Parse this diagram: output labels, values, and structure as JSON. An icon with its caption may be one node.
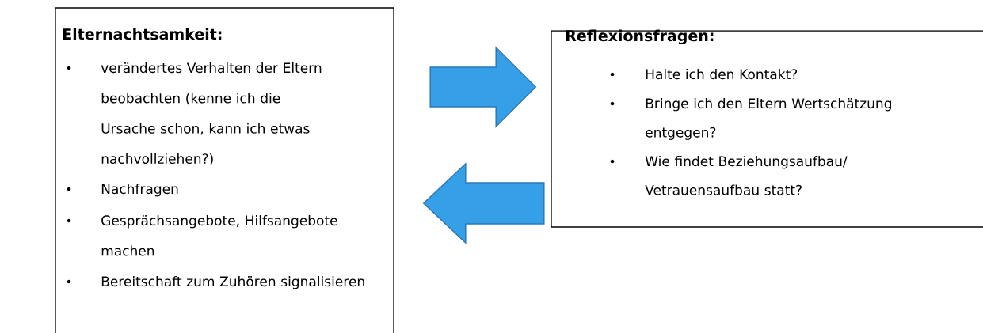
{
  "diagram": {
    "nodes": [
      {
        "text": [
          "Elternachtsamkeit:",
          "verändertes Verhalten der Eltern beobachten (kenne ich die Ursache schon, kann ich etwas nachvollziehen?)",
          "Nachfragen",
          "Gesprächsangebote, Hilfsangebote machen",
          "Bereitschaft zum Zuhören signalisieren"
        ]
      },
      {
        "text": [
          "Reflexionsfragen:",
          "Halte ich den Kontakt?",
          "Bringe ich den Eltern Wertschätzung entgegen?",
          "Wie findet Beziehungsaufbau/ Vetrauensaufbau statt?"
        ]
      }
    ],
    "edges": [
      {
        "from": 0,
        "to": 1,
        "arrow": "to"
      },
      {
        "from": 1,
        "to": 0,
        "arrow": "to"
      }
    ]
  }
}
